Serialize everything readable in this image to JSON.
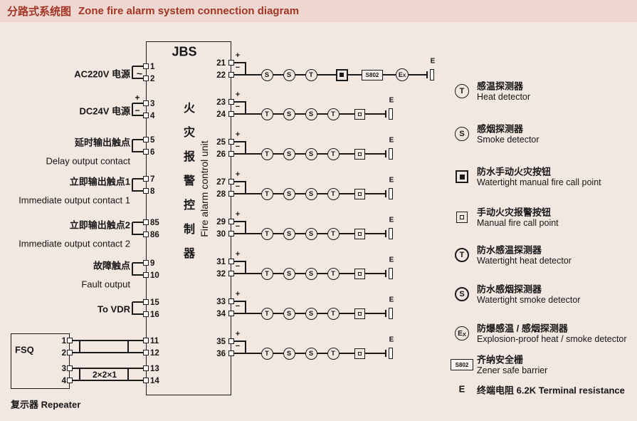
{
  "page": {
    "title_zh": "分路式系统图",
    "title_en": "Zone fire alarm system connection diagram"
  },
  "jbs": {
    "label": "JBS",
    "name_zh": "火灾报警控制器",
    "name_en": "Fire alarm control unit"
  },
  "polarity": {
    "plus": "+",
    "minus": "−"
  },
  "left_groups": [
    {
      "zh": "AC220V 电源",
      "en": "",
      "sym": [
        "~"
      ],
      "terms": [
        "1",
        "2"
      ]
    },
    {
      "zh": "DC24V 电源",
      "en": "",
      "sym": [
        "+",
        "−"
      ],
      "terms": [
        "3",
        "4"
      ]
    },
    {
      "zh": "延时输出触点",
      "en": "Delay output contact",
      "terms": [
        "5",
        "6"
      ]
    },
    {
      "zh": "立即输出触点1",
      "en": "Immediate output contact 1",
      "terms": [
        "7",
        "8"
      ]
    },
    {
      "zh": "立即输出触点2",
      "en": "Immediate output contact 2",
      "terms": [
        "85",
        "86"
      ]
    },
    {
      "zh": "故障触点",
      "en": "Fault output",
      "terms": [
        "9",
        "10"
      ]
    },
    {
      "zh": "To VDR",
      "en": "",
      "terms": [
        "15",
        "16"
      ]
    }
  ],
  "repeater": {
    "box": "FSQ",
    "fsq_terms": [
      "1",
      "2",
      "3",
      "4"
    ],
    "jbs_terms": [
      "11",
      "12",
      "13",
      "14"
    ],
    "cable": "2×2×1",
    "caption": "复示器 Repeater"
  },
  "loops": [
    {
      "plus": "21",
      "minus": "22",
      "devices": [
        "S",
        "S",
        "T",
        "WMCP",
        "S802",
        "EX"
      ],
      "end": "E"
    },
    {
      "plus": "23",
      "minus": "24",
      "devices": [
        "T",
        "S",
        "S",
        "T",
        "MCP"
      ],
      "end": "E"
    },
    {
      "plus": "25",
      "minus": "26",
      "devices": [
        "T",
        "S",
        "S",
        "T",
        "MCP"
      ],
      "end": "E"
    },
    {
      "plus": "27",
      "minus": "28",
      "devices": [
        "T",
        "S",
        "S",
        "T",
        "MCP"
      ],
      "end": "E"
    },
    {
      "plus": "29",
      "minus": "30",
      "devices": [
        "T",
        "S",
        "S",
        "T",
        "MCP"
      ],
      "end": "E"
    },
    {
      "plus": "31",
      "minus": "32",
      "devices": [
        "T",
        "S",
        "S",
        "T",
        "MCP"
      ],
      "end": "E"
    },
    {
      "plus": "33",
      "minus": "34",
      "devices": [
        "T",
        "S",
        "S",
        "T",
        "MCP"
      ],
      "end": "E"
    },
    {
      "plus": "35",
      "minus": "36",
      "devices": [
        "T",
        "S",
        "S",
        "T",
        "MCP"
      ],
      "end": "E"
    }
  ],
  "legend": [
    {
      "sym": "T",
      "zh": "感温探测器",
      "en": "Heat detector"
    },
    {
      "sym": "S",
      "zh": "感烟探测器",
      "en": "Smoke detector"
    },
    {
      "sym": "WMCP",
      "zh": "防水手动火灾按钮",
      "en": "Watertight manual fire call point"
    },
    {
      "sym": "MCP",
      "zh": "手动火灾报警按钮",
      "en": "Manual fire call point"
    },
    {
      "sym": "TW",
      "zh": "防水感温探测器",
      "en": "Watertight heat detector"
    },
    {
      "sym": "SW",
      "zh": "防水感烟探测器",
      "en": "Watertight smoke detector"
    },
    {
      "sym": "EX",
      "zh": "防爆感温 / 感烟探测器",
      "en": "Explosion-proof heat / smoke detector"
    },
    {
      "sym": "S802",
      "zh": "齐纳安全栅",
      "en": "Zener safe barrier"
    },
    {
      "sym": "E",
      "zh": "终端电阻",
      "en": "6.2K Terminal resistance",
      "inline": true
    }
  ]
}
